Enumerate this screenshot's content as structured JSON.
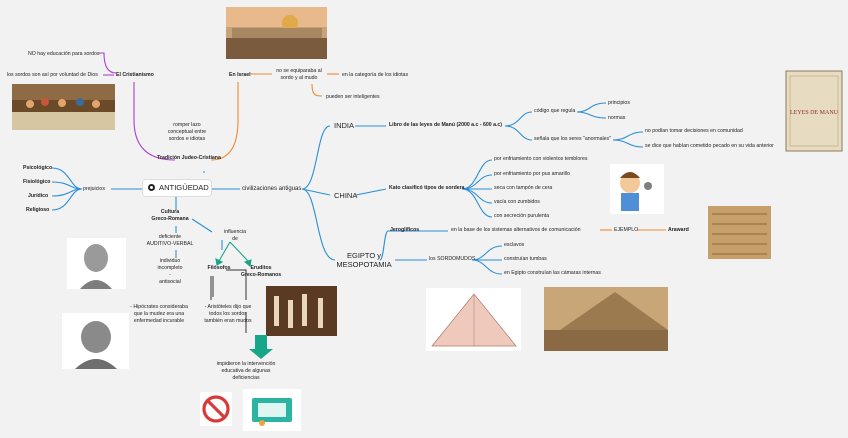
{
  "root": "ANTIGÜEDAD",
  "left": {
    "prejuicios": "prejuicios",
    "items": [
      "Psicológico",
      "Fisiológico",
      "Jurídico",
      "Religioso"
    ]
  },
  "tradicion": {
    "label": "Tradición Judeo-Cristiana",
    "romper": [
      "romper lazo",
      "conceptual entre",
      "sordos e idiotas"
    ],
    "cristianismo": "El Cristianismo",
    "no_educacion": "NO hay educación para sordos",
    "voluntad": "los sordos son así por voluntad de Dios"
  },
  "israel": {
    "label": "En Israel",
    "equiparaba": [
      "no se equiparaba al",
      "sordo  y al mudo"
    ],
    "idiotas": "en la categoría de los idiotas",
    "inteligentes": "pueden ser inteligentes"
  },
  "civilizaciones": "civilizaciones antiguas",
  "india": {
    "label": "INDIA",
    "libro": "Libro de las leyes de Manú (2000 a.c - 600  a.c)",
    "regula": "código que regula",
    "principios": "principios",
    "normas": "normas",
    "senala": "señala que los seres \"anormales\"",
    "no_decisiones": "no podían tomar decisiones en comunidad",
    "pecado": "se dice que habían cometido pecado en su vida anterior"
  },
  "china": {
    "label": "CHINA",
    "kato": "Kato clasificó tipos de sordera",
    "tipos": [
      "por enfriamiento con violentos temblores",
      "por enfriamiento por pus amarillo",
      "seca con tampón de cera",
      "vacía con zumbidos",
      "con secreción purulenta"
    ]
  },
  "egipto": {
    "label": [
      "EGIPTO y",
      "MESOPOTAMIA"
    ],
    "jeroglificos": "Jeroglíficos",
    "base": "en la base de los sistemas alternativos de comunicación",
    "ejemplo": "EJEMPLO",
    "araward": "Araward",
    "sordomudos": "los SORDOMUDOS",
    "items": [
      "esclavos",
      "construían tumbas",
      "en Egipto construían las cámaras internas"
    ]
  },
  "cultura": {
    "label": [
      "Cultura",
      "Greco-Romana"
    ],
    "deficiente": [
      "deficiente",
      "AUDITIVO-VERBAL"
    ],
    "individuo": [
      "individuo",
      "incompleto",
      "-",
      "antisocial"
    ],
    "influencia": [
      "influencia",
      "de"
    ],
    "filosofos": "Filósofos",
    "eruditos": [
      "Eruditos",
      "Greco-Romanos"
    ],
    "hipocrates": [
      "- Hipócrates consideraba",
      "que la mudez era una",
      "enfermedad incurable"
    ],
    "aristoteles": [
      "- Aristóteles dijo que",
      "todos los sordos",
      "también eran mudos"
    ],
    "impidieron": [
      "impidieron la intervención",
      "educativa de algunas",
      "deficiencias"
    ]
  },
  "manu_cover": "LEYES DE MANU",
  "colors": {
    "branch": "#2b8fd6",
    "orange": "#f28a2e",
    "purple": "#b03fd0",
    "teal": "#18a689"
  }
}
